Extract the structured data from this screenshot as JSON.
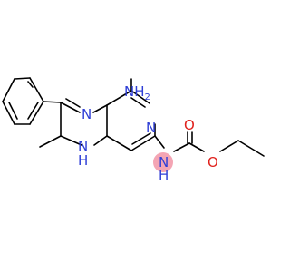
{
  "colors": {
    "nitrogen": "#2f3fd6",
    "oxygen": "#e0201b",
    "bond": "#000000",
    "highlight": "#f4a5b4",
    "background": "#ffffff"
  },
  "atom_labels": {
    "nh2_top": {
      "main": "NH",
      "sub": "2"
    },
    "n_ring_left": {
      "main": "N"
    },
    "n_ring_right": {
      "main": "N"
    },
    "nh_bottom": {
      "main": "H",
      "main2": "N"
    },
    "nh_amide": {
      "main": "N",
      "main2": "H"
    },
    "o_carbonyl": {
      "main": "O"
    },
    "o_ester": {
      "main": "O"
    }
  }
}
